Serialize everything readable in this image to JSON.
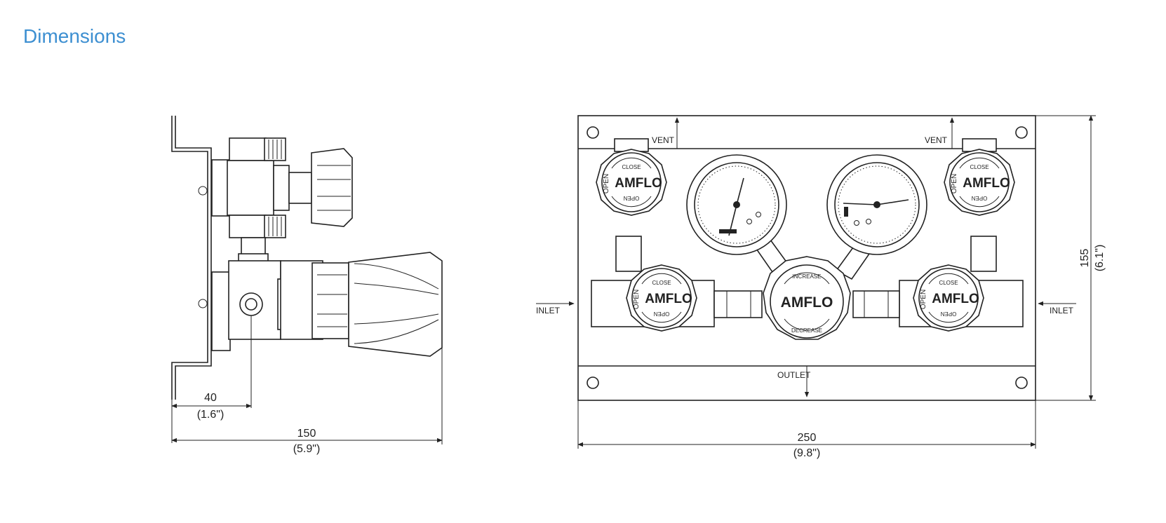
{
  "page": {
    "title": "Dimensions",
    "title_color": "#3d8fd1"
  },
  "side_view": {
    "dim_small": {
      "value": "40",
      "imperial": "(1.6\")"
    },
    "dim_width": {
      "value": "150",
      "imperial": "(5.9\")"
    }
  },
  "front_view": {
    "labels": {
      "vent_left": "VENT",
      "vent_right": "VENT",
      "inlet_left": "INLET",
      "inlet_right": "INLET",
      "outlet": "OUTLET"
    },
    "knob": {
      "brand": "AMFLO",
      "close": "CLOSE",
      "open": "OPEN"
    },
    "regulator": {
      "brand": "AMFLO",
      "increase": "INCREASE",
      "decrease": "DECREASE"
    },
    "dim_width": {
      "value": "250",
      "imperial": "(9.8\")"
    },
    "dim_height": {
      "value": "155",
      "imperial": "(6.1\")"
    }
  }
}
